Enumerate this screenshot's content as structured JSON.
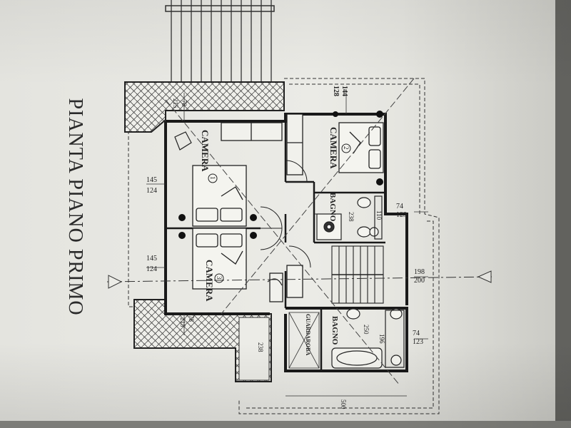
{
  "title": "PIANTA PIANO PRIMO",
  "rooms": {
    "camera1": {
      "name": "CAMERA",
      "number": "1"
    },
    "camera2": {
      "name": "CAMERA",
      "number": "2"
    },
    "camera3": {
      "name": "CAMERA",
      "number": "3"
    },
    "bagno_top": "BAGNO",
    "bagno_bottom": "BAGNO",
    "guardaroba": "GUARDAROBA"
  },
  "dims": {
    "top_144": "144",
    "top_128": "128",
    "d78_top": "78",
    "d215_top": "215",
    "d145_a": "145",
    "d124_a": "124",
    "d145_b": "145",
    "d124_b": "124",
    "d78_bot": "78",
    "d215_bot": "215",
    "d238_left": "238",
    "d238_bagno": "238",
    "d110": "110",
    "d74_a": "74",
    "d123_a": "123",
    "d198": "198",
    "d200": "200",
    "d250": "250",
    "d196": "196",
    "d74_b": "74",
    "d123_b": "123",
    "d500": "500"
  }
}
